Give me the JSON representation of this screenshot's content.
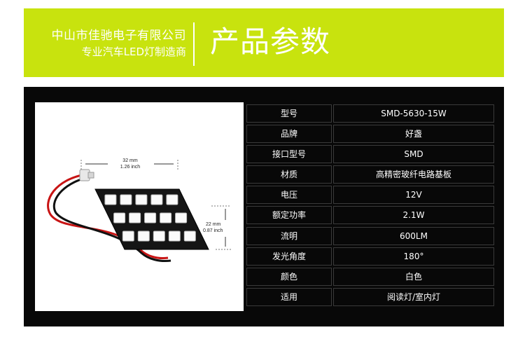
{
  "header": {
    "company_line1": "中山市佳驰电子有限公司",
    "company_line2": "专业汽车LED灯制造商",
    "title": "产品参数",
    "accent_color": "#c8e30e"
  },
  "product_image": {
    "width_label_mm": "32 mm",
    "width_label_inch": "1.26 inch",
    "height_label_mm": "22 mm",
    "height_label_inch": "0.87 inch"
  },
  "specs": [
    {
      "label": "型号",
      "value": "SMD-5630-15W"
    },
    {
      "label": "品牌",
      "value": "好盏"
    },
    {
      "label": "接口型号",
      "value": "SMD"
    },
    {
      "label": "材质",
      "value": "高精密玻纤电路基板"
    },
    {
      "label": "电压",
      "value": "12V"
    },
    {
      "label": "额定功率",
      "value": "2.1W"
    },
    {
      "label": "流明",
      "value": "600LM"
    },
    {
      "label": "发光角度",
      "value": "180°"
    },
    {
      "label": "颜色",
      "value": "白色"
    },
    {
      "label": "适用",
      "value": "阅读灯/室内灯"
    }
  ]
}
